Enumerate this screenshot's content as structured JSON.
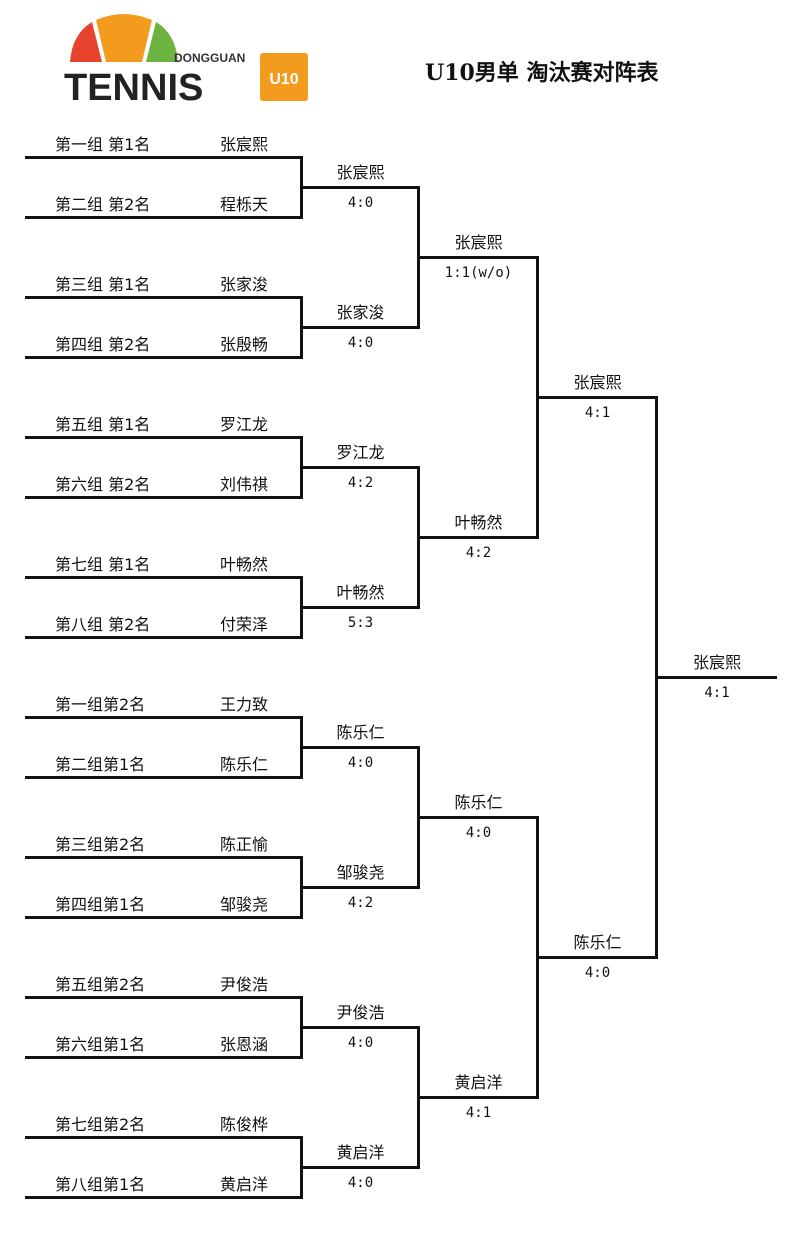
{
  "header": {
    "title": "U10男单  淘汰赛对阵表",
    "logo": {
      "city": "DONGGUAN",
      "brand": "TENNIS",
      "badge": "U10",
      "colors": [
        "#e8432e",
        "#f29b1d",
        "#6cb43f"
      ]
    }
  },
  "entrants": [
    {
      "slot": "第一组 第1名",
      "name": "张宸熙"
    },
    {
      "slot": "第二组 第2名",
      "name": "程栎天"
    },
    {
      "slot": "第三组 第1名",
      "name": "张家浚"
    },
    {
      "slot": "第四组 第2名",
      "name": "张殷畅"
    },
    {
      "slot": "第五组 第1名",
      "name": "罗江龙"
    },
    {
      "slot": "第六组 第2名",
      "name": "刘伟祺"
    },
    {
      "slot": "第七组 第1名",
      "name": "叶畅然"
    },
    {
      "slot": "第八组 第2名",
      "name": "付荣泽"
    },
    {
      "slot": "第一组第2名",
      "name": "王力致"
    },
    {
      "slot": "第二组第1名",
      "name": "陈乐仁"
    },
    {
      "slot": "第三组第2名",
      "name": "陈正愉"
    },
    {
      "slot": "第四组第1名",
      "name": "邹骏尧"
    },
    {
      "slot": "第五组第2名",
      "name": "尹俊浩"
    },
    {
      "slot": "第六组第1名",
      "name": "张恩涵"
    },
    {
      "slot": "第七组第2名",
      "name": "陈俊桦"
    },
    {
      "slot": "第八组第1名",
      "name": "黄启洋"
    }
  ],
  "rounds": [
    [
      {
        "winner": "张宸熙",
        "score": "4:0"
      },
      {
        "winner": "张家浚",
        "score": "4:0"
      },
      {
        "winner": "罗江龙",
        "score": "4:2"
      },
      {
        "winner": "叶畅然",
        "score": "5:3"
      },
      {
        "winner": "陈乐仁",
        "score": "4:0"
      },
      {
        "winner": "邹骏尧",
        "score": "4:2"
      },
      {
        "winner": "尹俊浩",
        "score": "4:0"
      },
      {
        "winner": "黄启洋",
        "score": "4:0"
      }
    ],
    [
      {
        "winner": "张宸熙",
        "score": "1:1(w/o)"
      },
      {
        "winner": "叶畅然",
        "score": "4:2"
      },
      {
        "winner": "陈乐仁",
        "score": "4:0"
      },
      {
        "winner": "黄启洋",
        "score": "4:1"
      }
    ],
    [
      {
        "winner": "张宸熙",
        "score": "4:1"
      },
      {
        "winner": "陈乐仁",
        "score": "4:0"
      }
    ],
    [
      {
        "winner": "张宸熙",
        "score": "4:1"
      }
    ]
  ]
}
